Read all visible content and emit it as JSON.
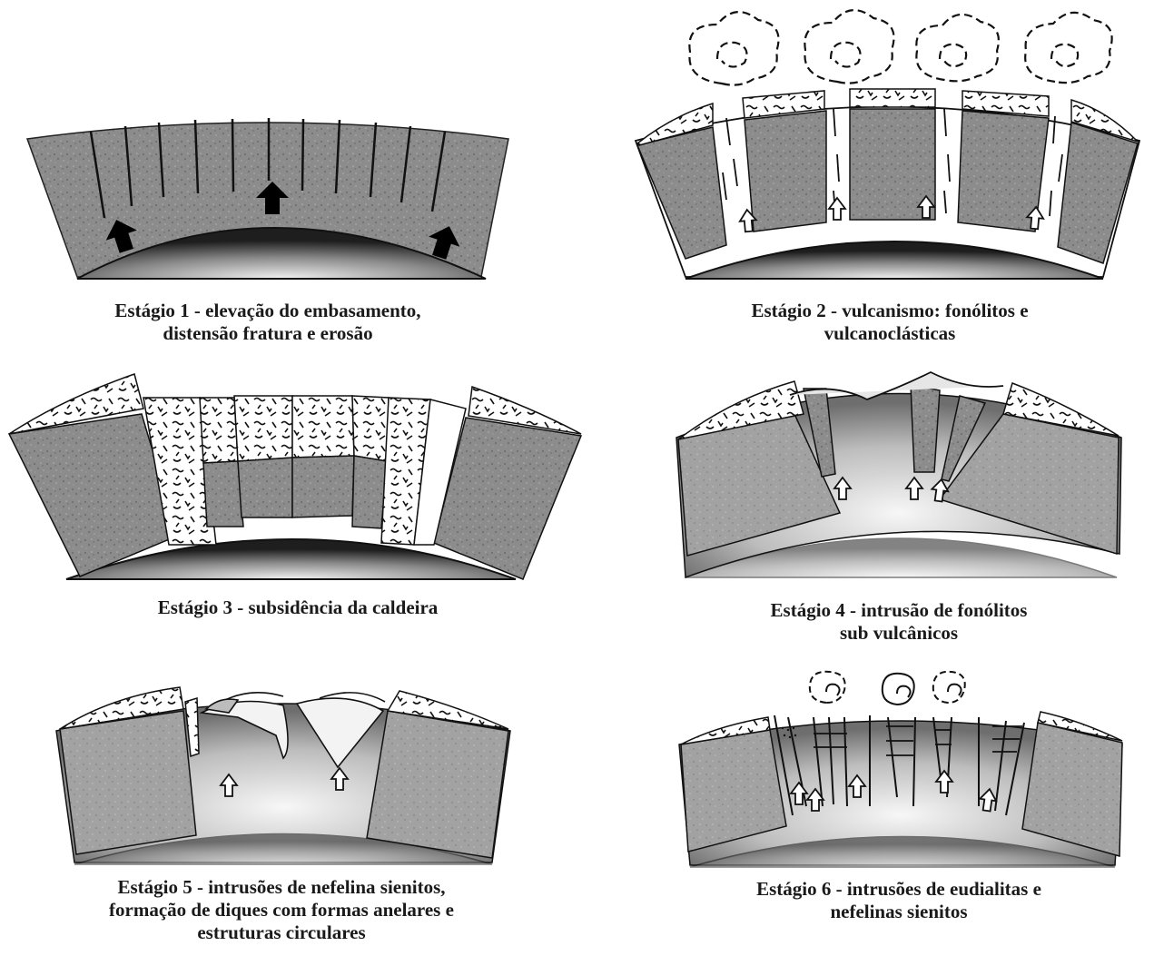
{
  "stages": [
    {
      "lines": [
        "Estágio 1 - elevação do embasamento,",
        "distensão fratura e erosão"
      ]
    },
    {
      "lines": [
        "Estágio 2 - vulcanismo: fonólitos e",
        "vulcanoclásticas"
      ]
    },
    {
      "lines": [
        "Estágio 3 - subsidência da caldeira"
      ]
    },
    {
      "lines": [
        "Estágio 4 - intrusão de fonólitos",
        "sub vulcânicos"
      ]
    },
    {
      "lines": [
        "Estágio 5 - intrusões de nefelina sienitos,",
        "formação de diques com formas anelares e",
        "estruturas circulares"
      ]
    },
    {
      "lines": [
        "Estágio 6 - intrusões de eudialitas e",
        "nefelinas sienitos"
      ]
    }
  ],
  "colors": {
    "rock": "#8a8a8a",
    "rock_dark": "#5e5e5e",
    "dome_center": "#f4f4f4",
    "dome_edge": "#1e1e1e",
    "magma": "#d8d8d8",
    "ink": "#111111"
  }
}
